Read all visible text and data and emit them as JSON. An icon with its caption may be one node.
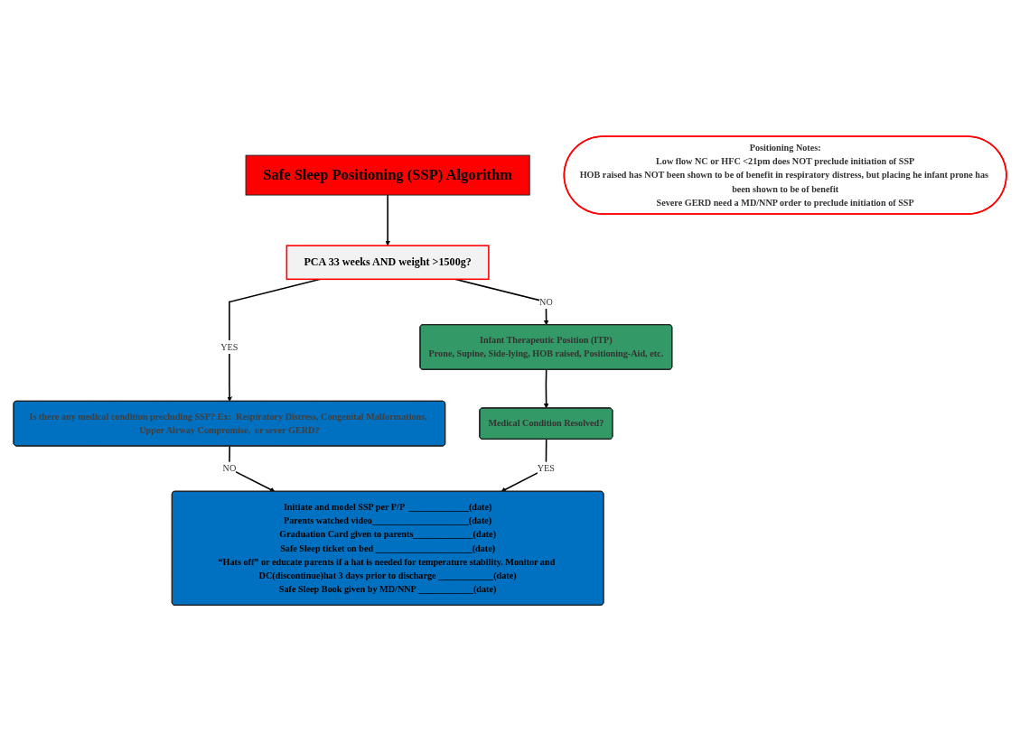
{
  "diagram": {
    "nodes": [
      {
        "text": [
          "Safe Sleep Positioning (SSP) Algorithm"
        ]
      },
      {
        "text": [
          "PCA 33 weeks AND weight >1500g?"
        ]
      },
      {
        "text": [
          "Is there any medical condition precluding SSP? Ex:  Respiratory Distress, Congenital Malformations, Upper Airway Compromise,  or sever GERD?"
        ]
      },
      {
        "text": [
          "Infant Therapeutic Position (ITP)",
          "Prone, Supine, Side-lying, HOB raised, Positioning-Aid, etc."
        ]
      },
      {
        "text": [
          "Initiate and model SSP per P/P  _____________(date)",
          "Parents watched video_____________________(date)",
          "Graduation Card given to parents_____________(date)",
          "Safe Sleep ticket on bed _____________________(date)",
          "“Hats off” or educate parents if a hat is needed for temperature stability. Monitor and DC(discontinue)hat 3 days prior to discharge ____________(date)",
          "Safe Sleep Book given by MD/NNP ____________(date)"
        ]
      },
      {
        "text": [
          "Medical Condition Resolved?"
        ]
      },
      {
        "text": [
          "Positioning Notes:",
          "Low flow NC or HFC <21pm does NOT preclude initiation of SSP",
          "HOB raised has NOT been shown to be of benefit in respiratory distress, but placing he infant prone has been shown to be of benefit",
          "Severe GERD need a MD/NNP order to preclude initiation of SSP"
        ]
      }
    ],
    "edges": [
      {
        "from": 0,
        "to": 1,
        "arrow": "to"
      },
      {
        "from": 1,
        "to": 2,
        "label": "YES",
        "arrow": "to"
      },
      {
        "from": 1,
        "to": 3,
        "label": "NO",
        "arrow": "to"
      },
      {
        "from": 2,
        "to": 4,
        "label": "NO",
        "arrow": "to"
      },
      {
        "from": 3,
        "to": 5,
        "arrow": "to"
      },
      {
        "from": 5,
        "to": 4,
        "label": "YES",
        "arrow": "to"
      }
    ]
  }
}
